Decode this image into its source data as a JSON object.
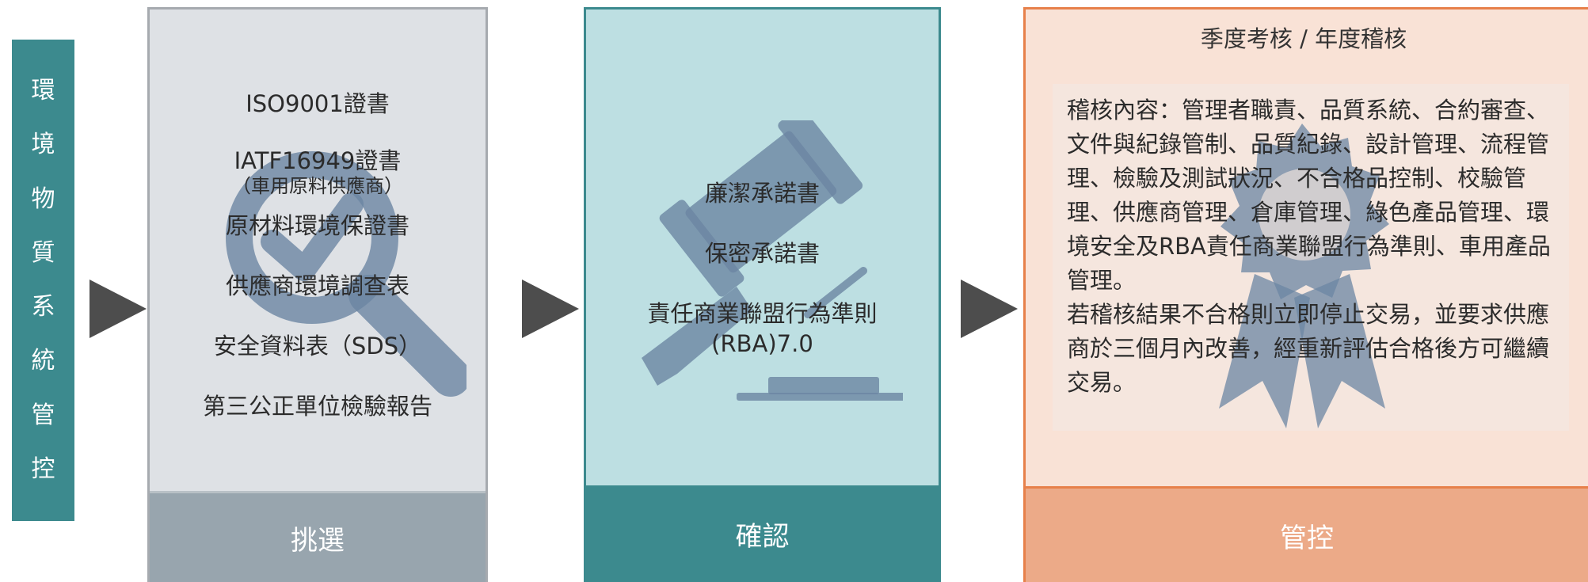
{
  "left_title": {
    "chars": [
      "環",
      "境",
      "物",
      "質",
      "系",
      "統",
      "管",
      "控"
    ]
  },
  "steps": [
    {
      "footer_label": "挑選",
      "documents": [
        {
          "label": "ISO9001證書",
          "sub": ""
        },
        {
          "label": "IATF16949證書",
          "sub": "（車用原料供應商）"
        },
        {
          "label": "原材料環境保證書",
          "sub": ""
        },
        {
          "label": "供應商環境調查表",
          "sub": ""
        },
        {
          "label": "安全資料表（SDS）",
          "sub": ""
        },
        {
          "label": "第三公正單位檢驗報告",
          "sub": ""
        }
      ],
      "watermark_icon": "magnifier-check-icon"
    },
    {
      "footer_label": "確認",
      "documents": [
        {
          "label": "廉潔承諾書"
        },
        {
          "label": "保密承諾書"
        },
        {
          "label": "責任商業聯盟行為準則\n(RBA)7.0"
        }
      ],
      "watermark_icon": "gavel-icon"
    },
    {
      "footer_label": "管控",
      "heading": "季度考核 / 年度稽核",
      "paragraphs": [
        "稽核內容：管理者職責、品質系統、合約審查、文件與紀錄管制、品質紀錄、設計管理、流程管理、檢驗及測試狀況、不合格品控制、校驗管理、供應商管理、倉庫管理、綠色產品管理、環境安全及RBA責任商業聯盟行為準則、車用產品管理。",
        "若稽核結果不合格則立即停止交易，並要求供應商於三個月內改善，經重新評估合格後方可繼續交易。"
      ],
      "watermark_icon": "award-ribbon-icon"
    }
  ],
  "colors": {
    "teal": "#3c8a8e",
    "arrow": "#4d4d4d",
    "panel1_bg": "#dee1e5",
    "panel1_footer": "#98a5ae",
    "panel2_bg": "#bddfe2",
    "panel3_bg": "#f9e2d6",
    "panel3_border": "#e7804a",
    "panel3_footer": "#ecaa88",
    "watermark": "#6b86a3"
  }
}
